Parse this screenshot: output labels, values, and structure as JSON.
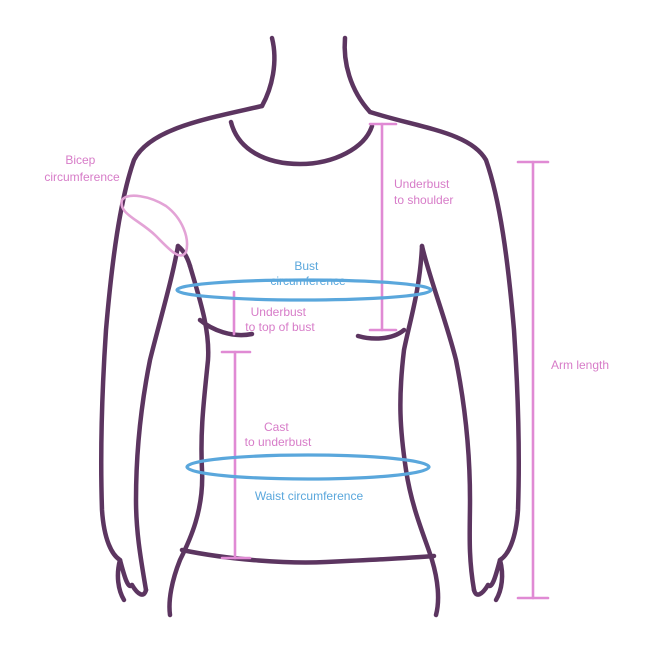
{
  "colors": {
    "outline": "#5c3560",
    "measure_pink": "#d77cc8",
    "measure_blue": "#5aa7dc",
    "background": "#ffffff"
  },
  "labels": {
    "bicep": [
      "Bicep",
      "circumference"
    ],
    "underbust_shoulder": [
      "Underbust",
      "to shoulder"
    ],
    "bust": [
      "Bust",
      "circumference"
    ],
    "underbust_top": [
      "Underbust",
      "to top of bust"
    ],
    "arm_length": "Arm length",
    "cast": [
      "Cast",
      "to underbust"
    ],
    "waist": "Waist circumference"
  }
}
